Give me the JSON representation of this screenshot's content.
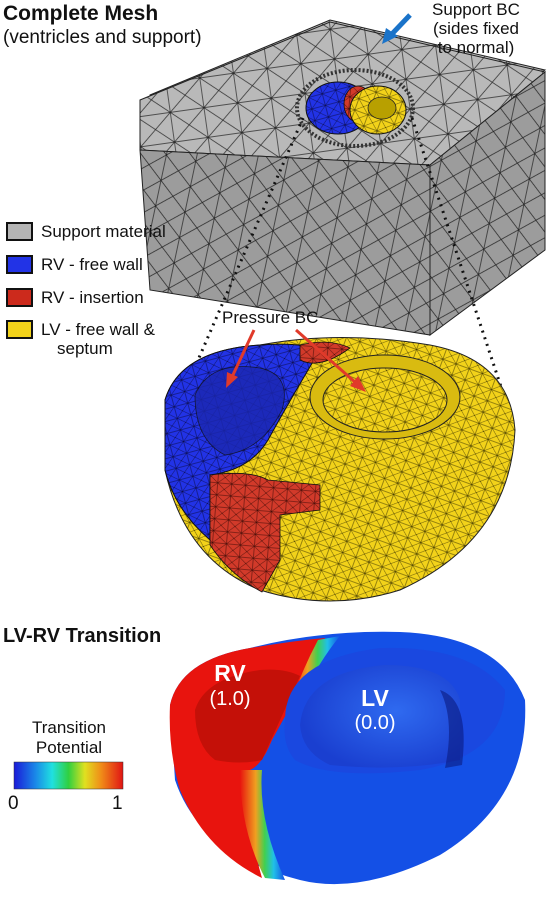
{
  "complete_mesh": {
    "title": "Complete Mesh",
    "subtitle": "(ventricles and support)"
  },
  "support_bc": {
    "line1": "Support BC",
    "line2": "(sides fixed",
    "line3": "to normal)"
  },
  "legend": [
    {
      "label": "Support material",
      "color": "#b4b4b4"
    },
    {
      "label": "RV - free wall",
      "color": "#2233e6"
    },
    {
      "label": "RV - insertion",
      "color": "#cc2a1c"
    },
    {
      "label": "LV - free wall &",
      "label2": "septum",
      "color": "#f2d21a"
    }
  ],
  "pressure_bc": "Pressure BC",
  "transition": {
    "title": "LV-RV Transition",
    "rv_label": "RV",
    "rv_value": "(1.0)",
    "lv_label": "LV",
    "lv_value": "(0.0)",
    "colorbar_title_1": "Transition",
    "colorbar_title_2": "Potential",
    "colorbar_min": "0",
    "colorbar_max": "1"
  },
  "colors": {
    "support_grey": "#b4b4b4",
    "rv_blue": "#2233e6",
    "rv_red": "#cc2a1c",
    "lv_yellow": "#f2d21a",
    "arrow_blue": "#1a73c9",
    "arrow_red": "#e03a2a",
    "field_red": "#e8140e",
    "field_blue": "#1450e6"
  }
}
